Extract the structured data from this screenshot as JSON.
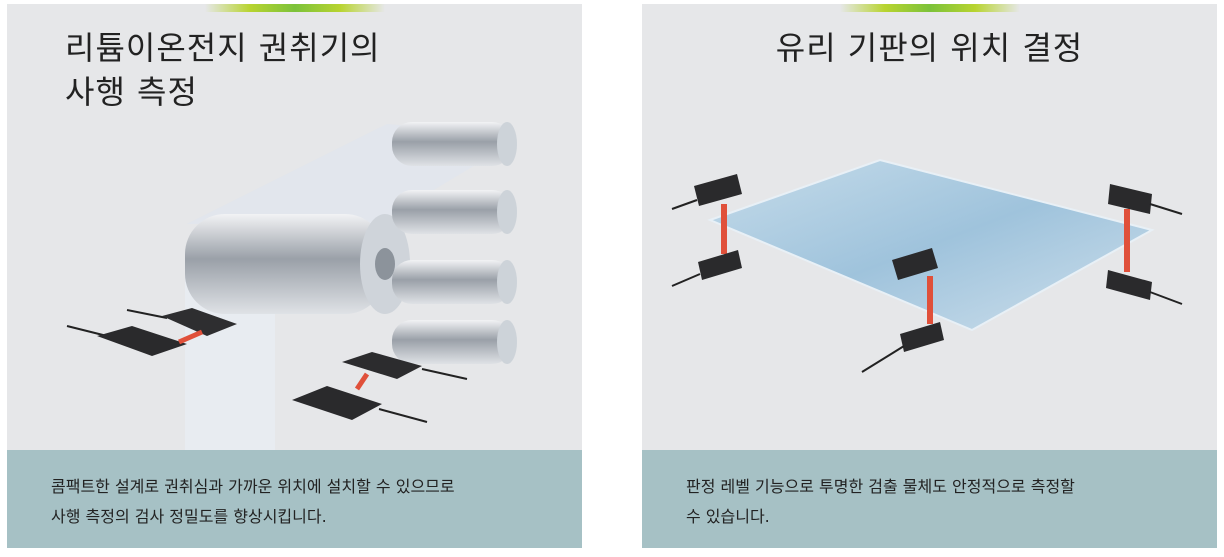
{
  "panels": [
    {
      "title_line1": "리튬이온전지 권취기의",
      "title_line2": "사행 측정",
      "caption_line1": "콤팩트한 설계로 권취심과 가까운 위치에 설치할 수 있으므로",
      "caption_line2": "사행 측정의 검사 정밀도를 향상시킵니다."
    },
    {
      "title": "유리 기판의 위치 결정",
      "caption_line1": "판정 레벨 기능으로 투명한 검출 물체도 안정적으로 측정할",
      "caption_line2": "수 있습니다."
    }
  ],
  "colors": {
    "panel_bg": "#e6e7e9",
    "caption_bg": "#a6c1c5",
    "accent": "#7cc23a",
    "beam": "#e0503a"
  }
}
